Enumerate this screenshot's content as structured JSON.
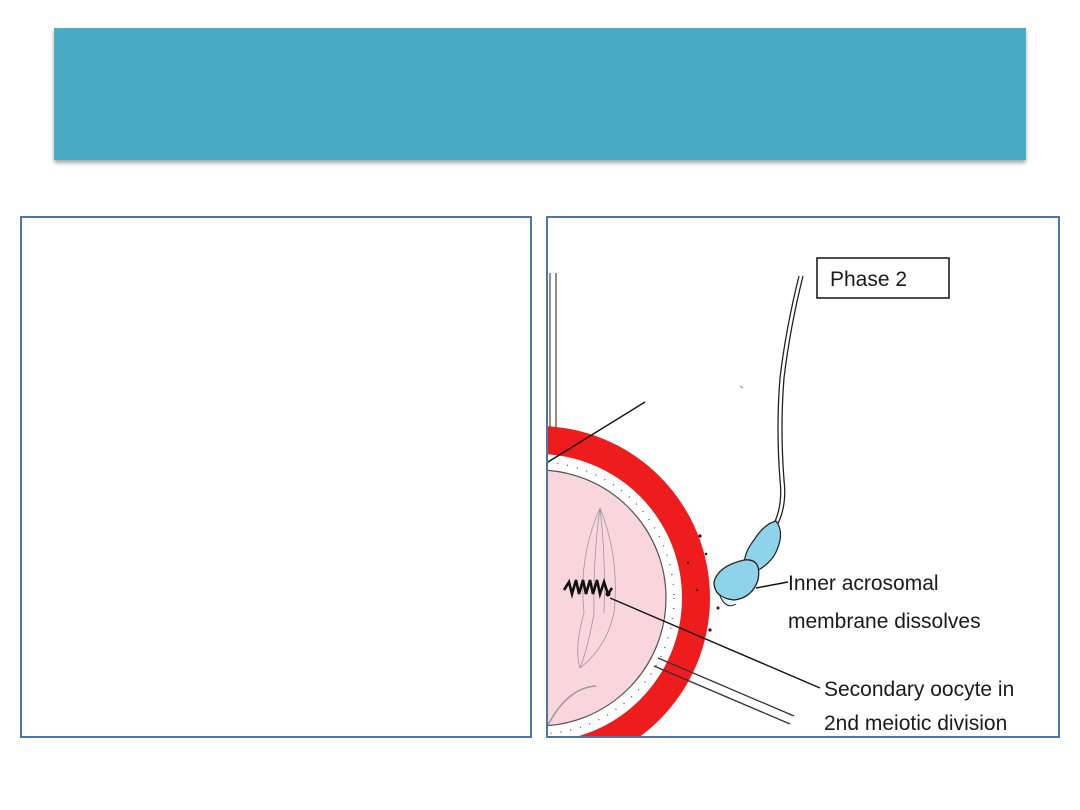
{
  "slide": {
    "title": "",
    "left_panel_text": ""
  },
  "diagram": {
    "phase_label": "Phase 2",
    "acrosome_label_line1": "Inner acrosomal",
    "acrosome_label_line2": "membrane dissolves",
    "oocyte_label_line1": "Secondary oocyte in",
    "oocyte_label_line2": "2nd meiotic division",
    "colors": {
      "zona_pellucida": "#ee1c1c",
      "oocyte_cytoplasm": "#f9d6dc",
      "sperm_head": "#8fd3ea",
      "panel_border": "#4a76a8",
      "title_bar": "#4aabc4"
    }
  }
}
